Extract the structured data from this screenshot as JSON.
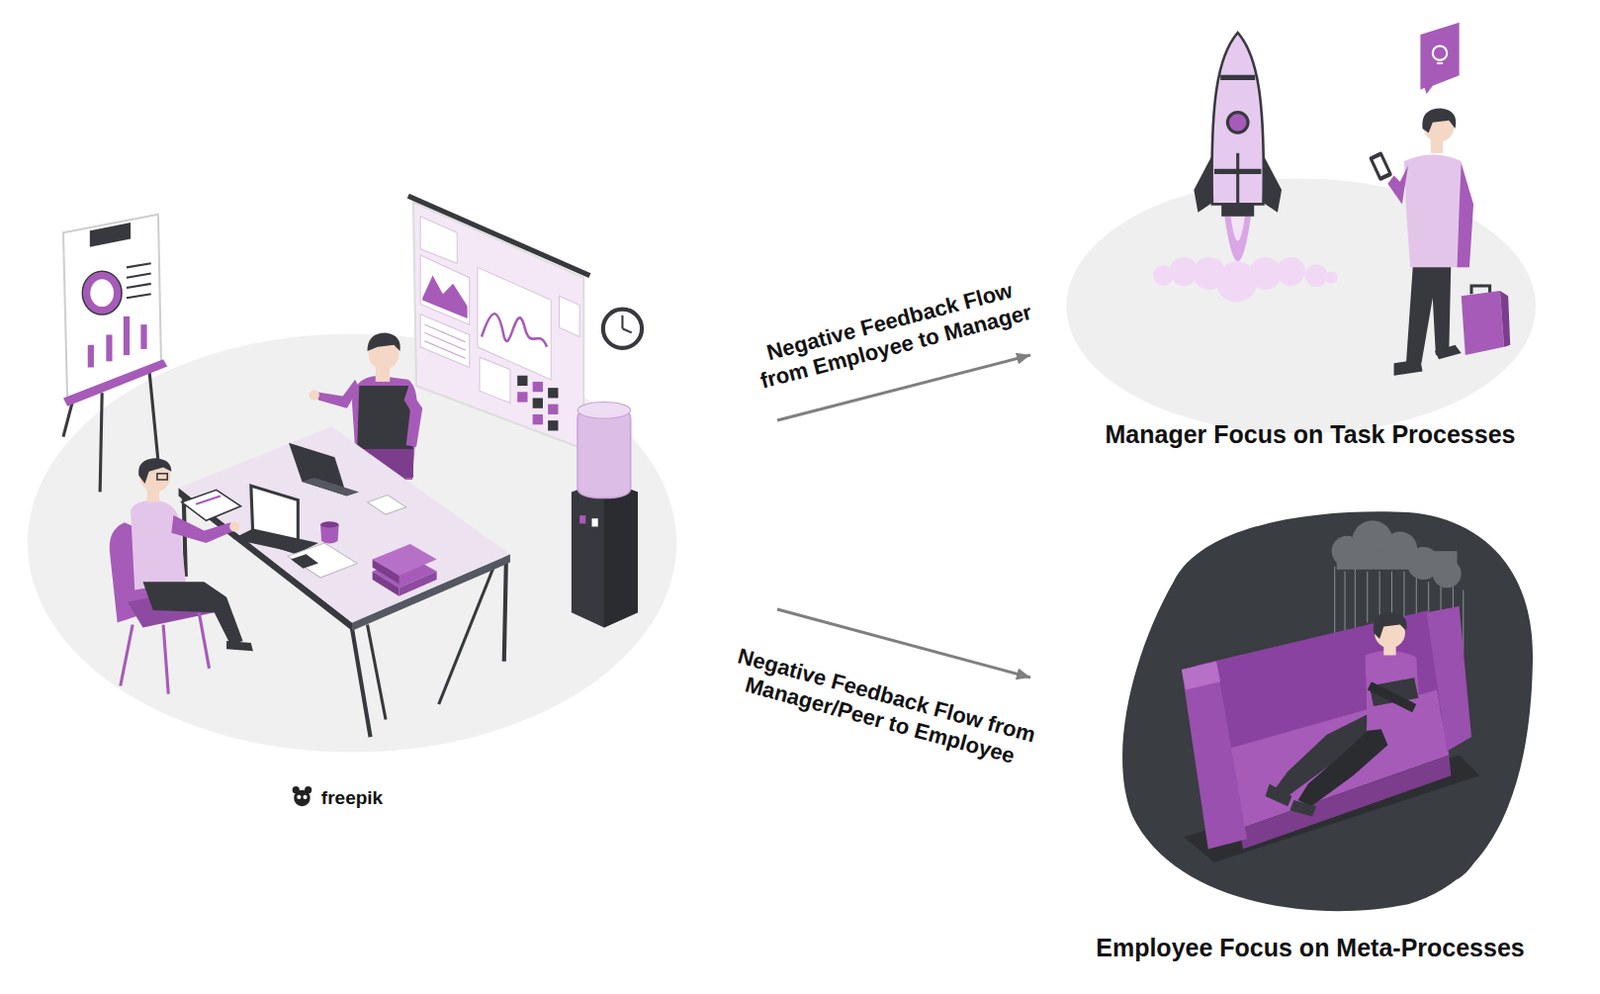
{
  "diagram": {
    "nodes": [
      {
        "text": [
          "freepik"
        ]
      },
      {
        "text": [
          "Manager Focus on Task Processes"
        ]
      },
      {
        "text": [
          "Employee Focus on Meta-Processes"
        ]
      }
    ],
    "edges": [
      {
        "from": 0,
        "to": 1,
        "arrow": "to",
        "label": "Negative Feedback Flow from Employee to Manager"
      },
      {
        "from": 0,
        "to": 2,
        "arrow": "to",
        "label": "Negative Feedback Flow from Manager/Peer to Employee"
      }
    ]
  }
}
